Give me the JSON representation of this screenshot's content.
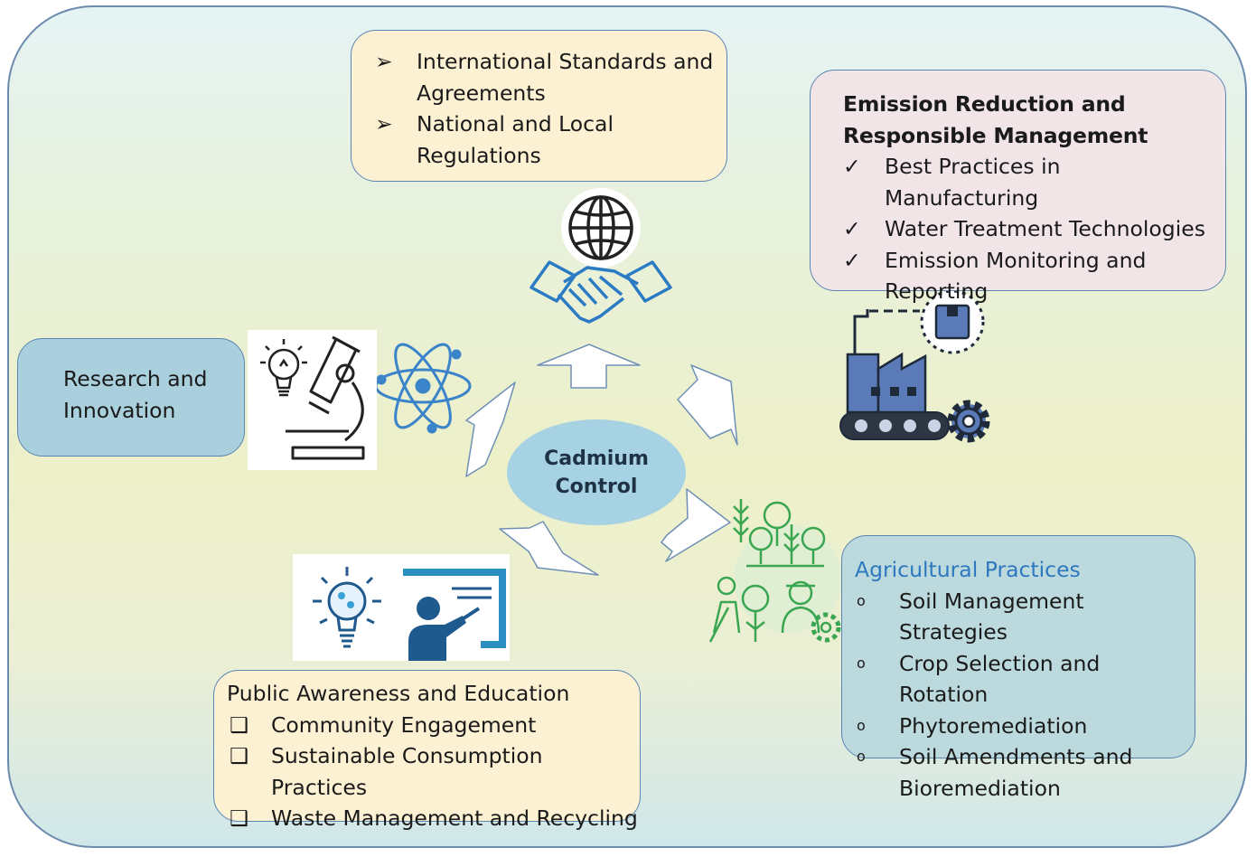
{
  "center": {
    "line1": "Cadmium",
    "line2": "Control"
  },
  "regulations": {
    "items": [
      "International Standards and Agreements",
      "National and Local Regulations"
    ],
    "bullet": "➢"
  },
  "emission": {
    "title": "Emission Reduction and Responsible Management",
    "items": [
      "Best Practices in Manufacturing",
      "Water Treatment Technologies",
      "Emission Monitoring and Reporting"
    ],
    "bullet": "✓"
  },
  "research": {
    "title": "Research and Innovation"
  },
  "agriculture": {
    "title": "Agricultural Practices",
    "items": [
      "Soil Management Strategies",
      "Crop Selection and Rotation",
      "Phytoremediation",
      "Soil Amendments and Bioremediation"
    ],
    "bullet": "o"
  },
  "public": {
    "title": "Public Awareness and Education",
    "items": [
      "Community Engagement",
      "Sustainable Consumption Practices",
      "Waste Management and Recycling"
    ],
    "bullet": "❑"
  },
  "icons": [
    "globe-icon",
    "handshake-icon",
    "factory-icon",
    "gear-icon",
    "package-icon",
    "lightbulb-icon",
    "microscope-icon",
    "atom-icon",
    "farming-icon",
    "teacher-icon"
  ],
  "colors": {
    "box_border": "#5b86b3",
    "cream_box": "#fdf1d3",
    "pink_box": "#f2e5e7",
    "blue_box": "#a9d0dc",
    "teal_box": "#bcdadd",
    "center_ellipse": "#a6d2e3",
    "agri_title": "#2e78bf"
  }
}
